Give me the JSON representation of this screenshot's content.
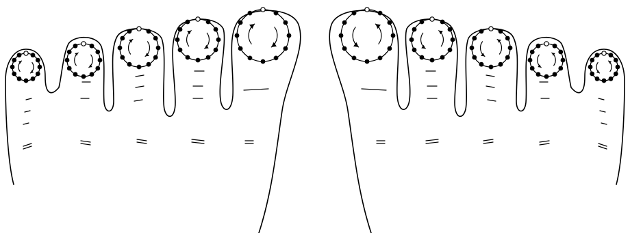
{
  "figure": {
    "colors": {
      "ink": "#000000",
      "background": "#ffffff"
    },
    "feet": [
      {
        "side": "left",
        "toes": [
          {
            "name": "little",
            "point_count": 12,
            "open_points": 1,
            "rotation": "clockwise"
          },
          {
            "name": "fourth",
            "point_count": 12,
            "open_points": 1,
            "rotation": "clockwise"
          },
          {
            "name": "third",
            "point_count": 12,
            "open_points": 1,
            "rotation": "clockwise"
          },
          {
            "name": "second",
            "point_count": 12,
            "open_points": 1,
            "rotation": "clockwise"
          },
          {
            "name": "big",
            "point_count": 12,
            "open_points": 1,
            "rotation": "clockwise"
          }
        ]
      },
      {
        "side": "right",
        "toes": [
          {
            "name": "big",
            "point_count": 12,
            "open_points": 1,
            "rotation": "counter-clockwise"
          },
          {
            "name": "second",
            "point_count": 12,
            "open_points": 1,
            "rotation": "counter-clockwise"
          },
          {
            "name": "third",
            "point_count": 12,
            "open_points": 1,
            "rotation": "counter-clockwise"
          },
          {
            "name": "fourth",
            "point_count": 12,
            "open_points": 1,
            "rotation": "counter-clockwise"
          },
          {
            "name": "little",
            "point_count": 12,
            "open_points": 1,
            "rotation": "counter-clockwise"
          }
        ]
      }
    ]
  }
}
